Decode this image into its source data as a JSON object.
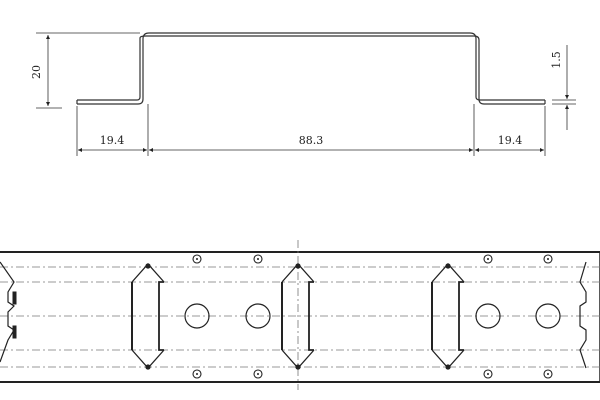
{
  "profile_view": {
    "dimensions": {
      "height": "20",
      "left_flange": "19.4",
      "web_width": "88.3",
      "right_flange": "19.4",
      "thickness": "1.5"
    }
  },
  "plan_view": {
    "cutouts": 3,
    "large_holes": 4,
    "small_holes": 8
  },
  "colors": {
    "line": "#222222",
    "centerline": "#888888"
  }
}
